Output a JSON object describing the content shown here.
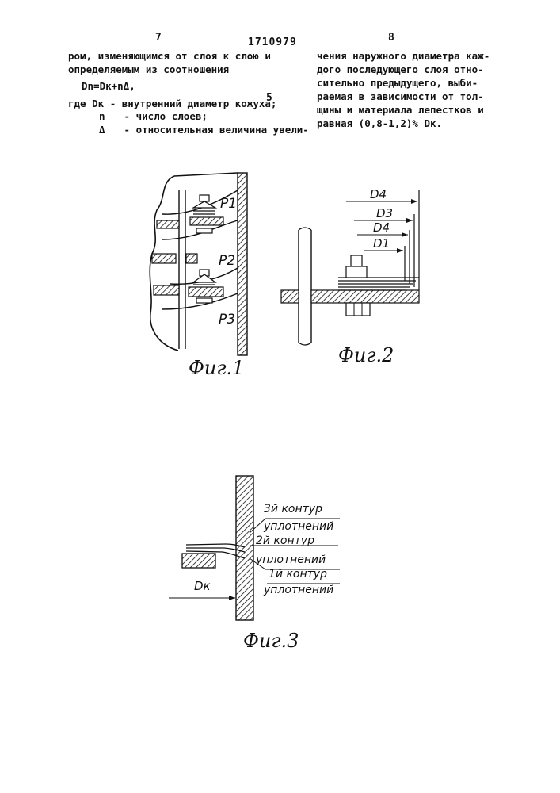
{
  "header": {
    "page_left": "7",
    "patent_number": "1710979",
    "page_right": "8"
  },
  "left_column": {
    "lines": [
      "ром, изменяющимся от слоя к слою и",
      "определяемым из соотношения"
    ],
    "formula": "Dn=Dк+nΔ,",
    "definitions": [
      {
        "prefix": "где",
        "symbol": "Dк",
        "text": "- внутренний диаметр кожуха;"
      },
      {
        "prefix": "",
        "symbol": "n",
        "text": "- число слоев;"
      },
      {
        "prefix": "",
        "symbol": "Δ",
        "text": "- относительная величина увели-"
      }
    ]
  },
  "line_number_marker": "5",
  "right_column": {
    "lines": [
      "чения наружного диаметра каж-",
      "дого последующего слоя отно-",
      "сительно предыдущего, выби-",
      "раемая в зависимости от тол-",
      "щины и материала лепестков и",
      "равная (0,8-1,2)% Dк."
    ]
  },
  "figure1": {
    "caption": "Фиг.1",
    "labels": [
      "P1",
      "P2",
      "P3"
    ]
  },
  "figure2": {
    "caption": "Фиг.2",
    "labels": [
      "D4",
      "D3",
      "D4",
      "D1"
    ]
  },
  "figure3": {
    "caption": "Фиг.3",
    "dim_label": "Dк",
    "contour_labels": [
      {
        "top": "3й контур",
        "bottom": "уплотнений"
      },
      {
        "top": "2й контур",
        "bottom": "уплотнений"
      },
      {
        "top": "1й контур",
        "bottom": "уплотнений"
      }
    ]
  }
}
